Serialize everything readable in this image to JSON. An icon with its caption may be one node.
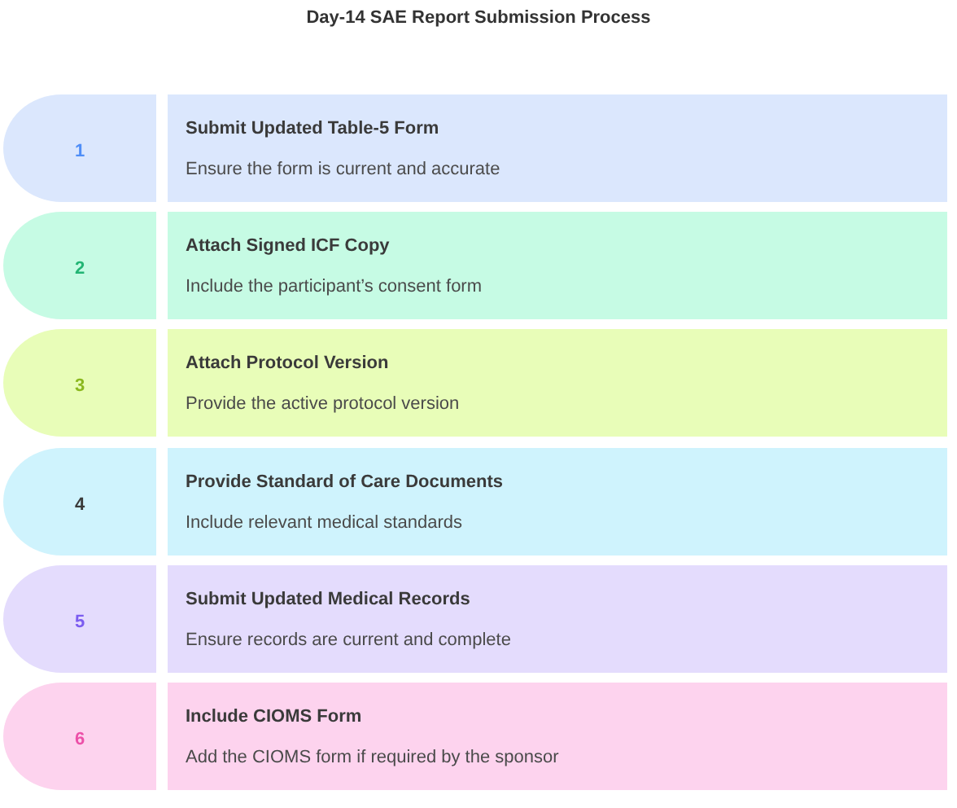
{
  "diagram": {
    "title": "Day-14 SAE Report Submission Process",
    "nodes": [
      {
        "text": [
          "1"
        ]
      },
      {
        "text": [
          "Submit Updated Table-5 Form",
          "Ensure the form is current and accurate"
        ]
      },
      {
        "text": [
          "2"
        ]
      },
      {
        "text": [
          "Attach Signed ICF Copy",
          "Include the participant’s consent form"
        ]
      },
      {
        "text": [
          "3"
        ]
      },
      {
        "text": [
          "Attach Protocol Version",
          "Provide the active protocol version"
        ]
      },
      {
        "text": [
          "4"
        ]
      },
      {
        "text": [
          "Provide Standard of Care Documents",
          "Include relevant medical standards"
        ]
      },
      {
        "text": [
          "5"
        ]
      },
      {
        "text": [
          "Submit Updated Medical Records",
          "Ensure records are current and complete"
        ]
      },
      {
        "text": [
          "6"
        ]
      },
      {
        "text": [
          "Include CIOMS Form",
          "Add the CIOMS form if required by the sponsor"
        ]
      }
    ]
  }
}
